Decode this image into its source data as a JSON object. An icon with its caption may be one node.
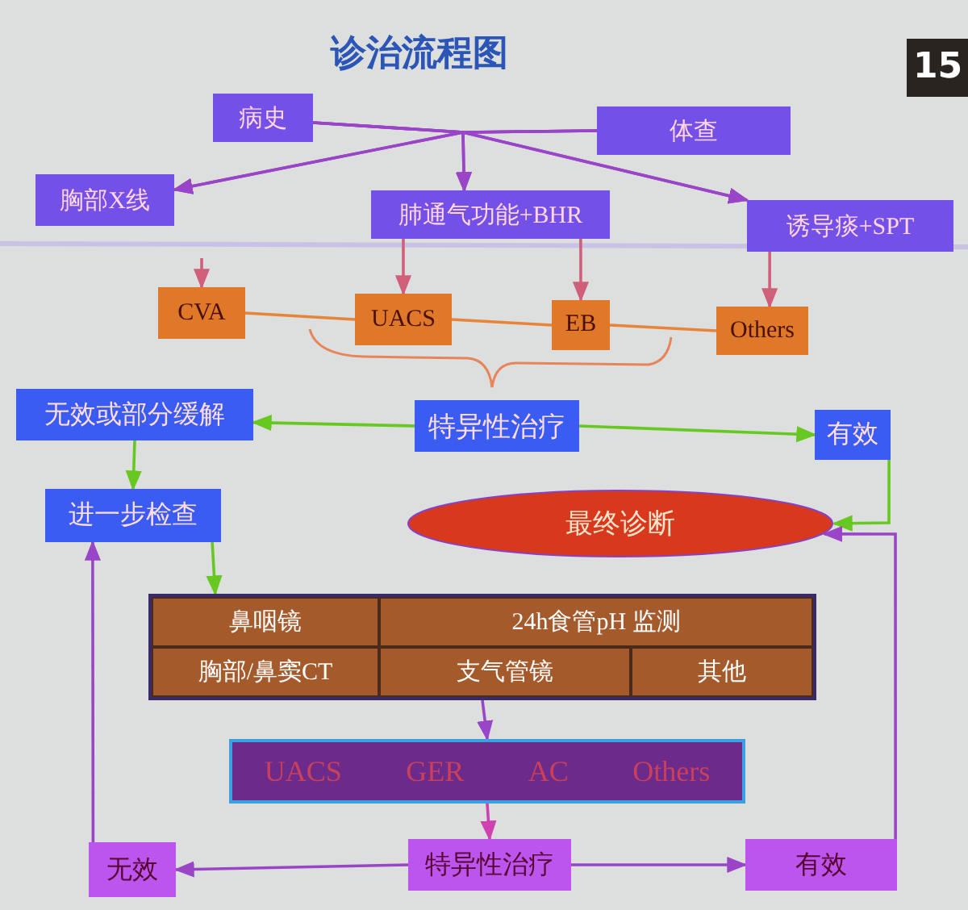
{
  "diagram": {
    "title": "诊治流程图",
    "nodes": [
      {
        "text": [
          "病史"
        ]
      },
      {
        "text": [
          "体查"
        ]
      },
      {
        "text": [
          "胸部X线"
        ]
      },
      {
        "text": [
          "肺通气功能+BHR"
        ]
      },
      {
        "text": [
          "诱导痰+SPT"
        ]
      },
      {
        "text": [
          "CVA"
        ]
      },
      {
        "text": [
          "UACS"
        ]
      },
      {
        "text": [
          "EB"
        ]
      },
      {
        "text": [
          "Others"
        ]
      },
      {
        "text": [
          "特异性治疗"
        ]
      },
      {
        "text": [
          "无效或部分缓解"
        ]
      },
      {
        "text": [
          "有效"
        ]
      },
      {
        "text": [
          "进一步检查"
        ]
      },
      {
        "text": [
          "最终诊断"
        ]
      },
      {
        "text": [
          "鼻咽镜",
          "24h食管pH 监测",
          "胸部/鼻窦CT",
          "支气管镜",
          "其他"
        ]
      },
      {
        "text": [
          "UACS",
          "GER",
          "AC",
          "Others"
        ]
      },
      {
        "text": [
          "特异性治疗"
        ]
      },
      {
        "text": [
          "无效"
        ]
      },
      {
        "text": [
          "有效"
        ]
      }
    ],
    "edges": [
      {
        "from": 0,
        "to": 2,
        "arrow": "to"
      },
      {
        "from": 0,
        "to": 3,
        "arrow": "to"
      },
      {
        "from": 0,
        "to": 4,
        "arrow": "to"
      },
      {
        "from": 1,
        "to": 2,
        "arrow": "to"
      },
      {
        "from": 1,
        "to": 3,
        "arrow": "to"
      },
      {
        "from": 1,
        "to": 4,
        "arrow": "to"
      },
      {
        "from": null,
        "to": 5,
        "arrow": "to",
        "color": "#d0607a"
      },
      {
        "from": 3,
        "to": 6,
        "arrow": "to",
        "color": "#d0607a"
      },
      {
        "from": 3,
        "to": 7,
        "arrow": "to",
        "color": "#d0607a"
      },
      {
        "from": 4,
        "to": 8,
        "arrow": "to",
        "color": "#d0607a"
      },
      {
        "from": 5,
        "to": 6,
        "arrow": "none",
        "color": "#e8843a"
      },
      {
        "from": 6,
        "to": 7,
        "arrow": "none",
        "color": "#e8843a"
      },
      {
        "from": 7,
        "to": 8,
        "arrow": "none",
        "color": "#e8843a"
      },
      {
        "from": 9,
        "to": 10,
        "arrow": "to",
        "color": "#66c820"
      },
      {
        "from": 9,
        "to": 11,
        "arrow": "to",
        "color": "#66c820"
      },
      {
        "from": 10,
        "to": 12,
        "arrow": "to",
        "color": "#66c820"
      },
      {
        "from": 11,
        "to": 13,
        "arrow": "to",
        "color": "#66c820"
      },
      {
        "from": 12,
        "to": 14,
        "arrow": "to",
        "color": "#66c820"
      },
      {
        "from": 14,
        "to": 15,
        "arrow": "to"
      },
      {
        "from": 15,
        "to": 16,
        "arrow": "to",
        "color": "#d040b0"
      },
      {
        "from": 16,
        "to": 17,
        "arrow": "to"
      },
      {
        "from": 16,
        "to": 18,
        "arrow": "to"
      },
      {
        "from": 17,
        "to": 12,
        "arrow": "to"
      },
      {
        "from": 18,
        "to": 13,
        "arrow": "to"
      }
    ],
    "labels": [
      "15"
    ]
  }
}
